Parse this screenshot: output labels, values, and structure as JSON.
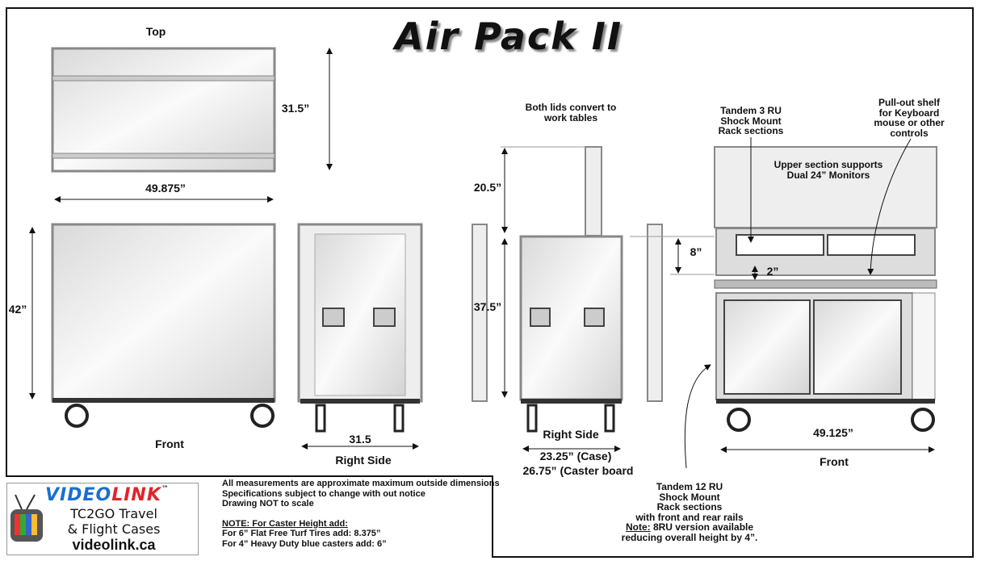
{
  "title": "Air Pack II",
  "views": {
    "top": {
      "label": "Top",
      "depth": "31.5”",
      "width": "49.875”"
    },
    "front": {
      "label": "Front",
      "height": "42”"
    },
    "right_side": {
      "label": "Right Side",
      "width": "31.5"
    },
    "open_side": {
      "lids_note": [
        "Both lids convert to",
        "work tables"
      ],
      "lid_height": "20.5”",
      "case_height": "37.5”",
      "label": "Right Side",
      "case_depth": "23.25” (Case)",
      "caster_depth": "26.75” (Caster board"
    },
    "open_front": {
      "rack_height": "8”",
      "shelf_gap": "2”",
      "width": "49.125”",
      "label": "Front",
      "rack_note": [
        "Tandem 3 RU",
        "Shock Mount",
        "Rack sections"
      ],
      "shelf_note": [
        "Pull-out shelf",
        "for Keyboard",
        "mouse or other",
        "controls"
      ],
      "upper_note": [
        "Upper section supports",
        "Dual 24” Monitors"
      ],
      "lower_note": [
        "Tandem 12 RU",
        "Shock Mount",
        "Rack sections",
        "with front and rear rails"
      ],
      "lower_note_label": "Note:",
      "lower_note_text": " 8RU version available",
      "lower_note_last": "reducing overall height by 4”."
    }
  },
  "notes": {
    "general": [
      "All measurements are approximate maximum outside dimensions",
      "Specifications subject to change with out notice",
      "Drawing NOT to scale"
    ],
    "caster_heading": "NOTE: For Caster Height add:",
    "caster_lines": [
      "For 6” Flat Free Turf Tires add: 8.375”",
      "For 4” Heavy Duty blue casters add: 6”"
    ]
  },
  "logo": {
    "brand_a": "VIDEO",
    "brand_b": "LINK",
    "tm": "™",
    "line1": "TC2GO Travel",
    "line2": "& Flight Cases",
    "url": "videolink.ca"
  }
}
